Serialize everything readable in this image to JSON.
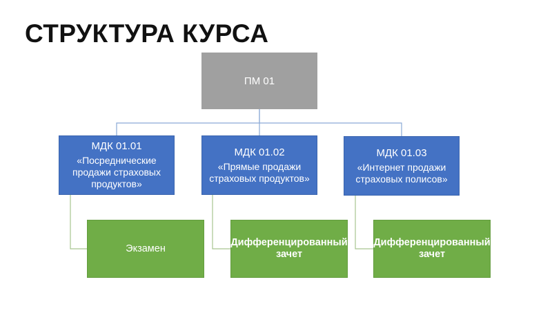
{
  "title": "СТРУКТУРА КУРСА",
  "root": {
    "label": "ПМ 01"
  },
  "modules": [
    {
      "code": "МДК 01.01",
      "name": "«Посреднические продажи страховых продуктов»"
    },
    {
      "code": "МДК 01.02",
      "name": "«Прямые продажи страховых продуктов»"
    },
    {
      "code": "МДК 01.03",
      "name": "«Интернет продажи страховых полисов»"
    }
  ],
  "assessments": [
    {
      "label": "Экзамен"
    },
    {
      "label": "Дифференцированный зачет"
    },
    {
      "label": "Дифференцированный зачет"
    }
  ],
  "colors": {
    "root": "#a0a0a0",
    "module": "#4472c4",
    "assessment": "#70ad47",
    "connector": "#8aa9d6"
  }
}
